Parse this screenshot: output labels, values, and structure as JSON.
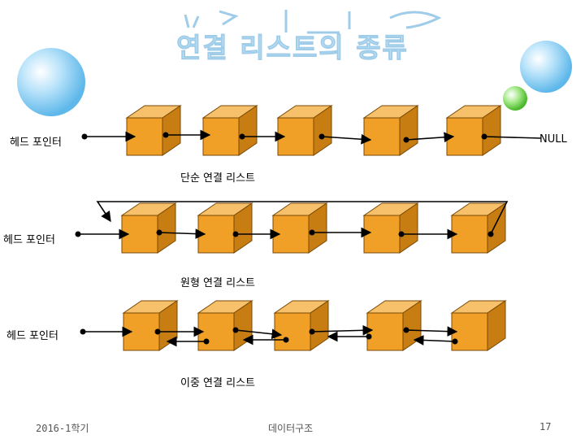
{
  "title": "연결 리스트의 종류",
  "sections": [
    {
      "head_label": "헤드 포인터",
      "caption": "단순 연결 리스트",
      "end_label": "NULL"
    },
    {
      "head_label": "헤드 포인터",
      "caption": "원형 연결 리스트"
    },
    {
      "head_label": "헤드 포인터",
      "caption": "이중 연결 리스트"
    }
  ],
  "footer": {
    "left": "2016-1학기",
    "center": "데이터구조",
    "page": "17"
  },
  "colors": {
    "node_front": "#f0a026",
    "node_top": "#f7c06a",
    "node_side": "#c87d12",
    "node_stroke": "#7a4a06",
    "circle_blue": "#8fcff3",
    "circle_green": "#7ed957"
  }
}
